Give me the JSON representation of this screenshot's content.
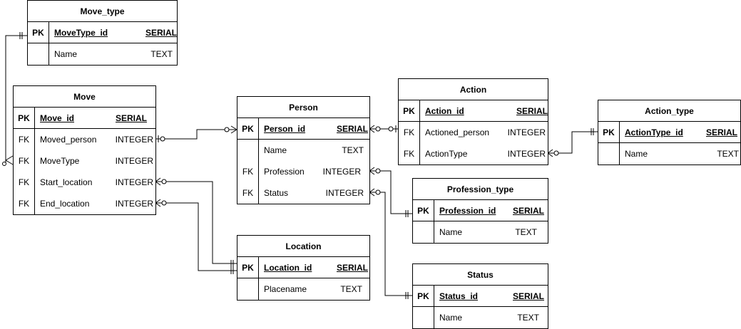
{
  "tables": {
    "move_type": {
      "title": "Move_type",
      "rows": [
        {
          "key": "PK",
          "name": "MoveType_id ",
          "type": "SERIAL"
        },
        {
          "key": "",
          "name": "Name",
          "type": "TEXT"
        }
      ]
    },
    "move": {
      "title": "Move",
      "rows": [
        {
          "key": "PK",
          "name": "Move_id",
          "type": "SERIAL "
        },
        {
          "key": "FK",
          "name": "Moved_person",
          "type": "INTEGER"
        },
        {
          "key": "FK",
          "name": "MoveType",
          "type": "INTEGER"
        },
        {
          "key": "FK",
          "name": "Start_location",
          "type": "INTEGER"
        },
        {
          "key": "FK",
          "name": "End_location",
          "type": "INTEGER"
        }
      ]
    },
    "person": {
      "title": "Person",
      "rows": [
        {
          "key": "PK",
          "name": "Person_id",
          "type": "SERIAL"
        },
        {
          "key": "",
          "name": "Name",
          "type": "TEXT"
        },
        {
          "key": "FK",
          "name": "Profession",
          "type": "INTEGER"
        },
        {
          "key": "FK",
          "name": "Status",
          "type": "INTEGER"
        }
      ]
    },
    "action": {
      "title": "Action",
      "rows": [
        {
          "key": "PK",
          "name": "Action_id",
          "type": "SERIAL"
        },
        {
          "key": "FK",
          "name": "Actioned_person",
          "type": "INTEGER"
        },
        {
          "key": "FK",
          "name": "ActionType",
          "type": "INTEGER"
        }
      ]
    },
    "action_type": {
      "title": "Action_type",
      "rows": [
        {
          "key": "PK",
          "name": "ActionType_id",
          "type": "SERIAL"
        },
        {
          "key": "",
          "name": "Name",
          "type": "TEXT"
        }
      ]
    },
    "profession_type": {
      "title": "Profession_type",
      "rows": [
        {
          "key": "PK",
          "name": "Profession_id",
          "type": "SERIAL"
        },
        {
          "key": "",
          "name": "Name",
          "type": "TEXT"
        }
      ]
    },
    "location": {
      "title": "Location",
      "rows": [
        {
          "key": "PK",
          "name": "Location_id",
          "type": "SERIAL"
        },
        {
          "key": "",
          "name": "Placename",
          "type": "TEXT"
        }
      ]
    },
    "status": {
      "title": "Status",
      "rows": [
        {
          "key": "PK",
          "name": "Status_id",
          "type": "SERIAL"
        },
        {
          "key": "",
          "name": "Name",
          "type": "TEXT"
        }
      ]
    }
  }
}
